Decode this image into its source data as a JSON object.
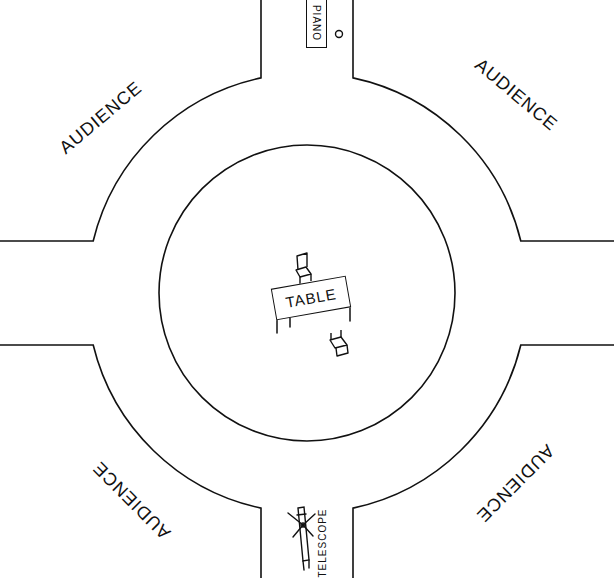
{
  "diagram": {
    "nodes": [
      {
        "text": [
          "PIANO"
        ]
      },
      {
        "text": [
          "TABLE"
        ]
      }
    ],
    "labels": [
      "AUDIENCE",
      "AUDIENCE",
      "AUDIENCE",
      "TELESCOPE",
      "AUDIENCE"
    ]
  }
}
